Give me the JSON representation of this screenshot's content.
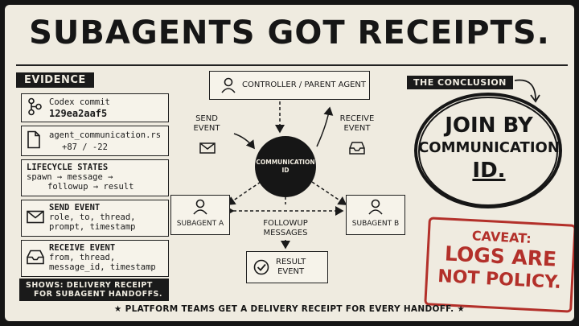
{
  "title": "SUBAGENTS GOT RECEIPTS.",
  "evidence": {
    "heading": "EVIDENCE",
    "items": [
      {
        "icon": "commit-icon",
        "lines": [
          "Codex commit",
          "129ea2aaf5"
        ]
      },
      {
        "icon": "file-icon",
        "lines": [
          "agent_communication.rs",
          "+87 / -22"
        ]
      },
      {
        "icon": "",
        "lines": [
          "LIFECYCLE STATES",
          "spawn → message →",
          "followup → result"
        ]
      },
      {
        "icon": "mail-icon",
        "lines": [
          "SEND EVENT",
          "role, to, thread,",
          "prompt, timestamp"
        ]
      },
      {
        "icon": "inbox-icon",
        "lines": [
          "RECEIVE EVENT",
          "from, thread,",
          "message_id, timestamp"
        ]
      }
    ],
    "shows": [
      "SHOWS: DELIVERY RECEIPT",
      "FOR SUBAGENT HANDOFFS."
    ]
  },
  "diagram": {
    "controller": "CONTROLLER / PARENT AGENT",
    "send_event": [
      "SEND",
      "EVENT"
    ],
    "receive_event": [
      "RECEIVE",
      "EVENT"
    ],
    "hub": [
      "COMMUNICATION",
      "ID"
    ],
    "subagent_a": "SUBAGENT A",
    "subagent_b": "SUBAGENT B",
    "followup": [
      "FOLLOWUP",
      "MESSAGES"
    ],
    "result": [
      "RESULT",
      "EVENT"
    ]
  },
  "conclusion": {
    "tag": "THE CONCLUSION",
    "lines": [
      "JOIN BY",
      "COMMUNICATION",
      "ID."
    ]
  },
  "caveat": {
    "lines": [
      "CAVEAT:",
      "LOGS ARE",
      "NOT POLICY."
    ]
  },
  "footer": "★ PLATFORM TEAMS GET A DELIVERY RECEIPT FOR EVERY HANDOFF. ★",
  "colors": {
    "ink": "#161616",
    "paper": "#efebe0",
    "stamp_red": "#b3302a"
  }
}
